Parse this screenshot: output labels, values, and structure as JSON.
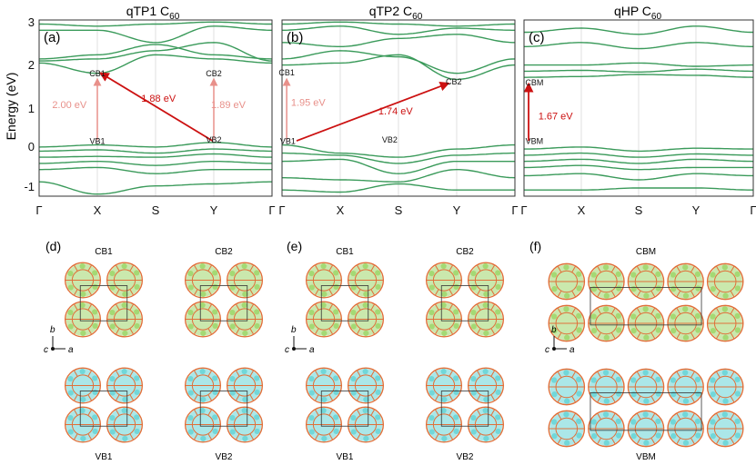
{
  "panels": [
    {
      "panel_label": "(a)",
      "title_main": "qTP1 C",
      "title_sub": "60",
      "kpoints": [
        "Γ",
        "X",
        "S",
        "Y",
        "Γ"
      ],
      "states": [
        {
          "text": "CB1",
          "k": 1,
          "e": 1.68
        },
        {
          "text": "CB2",
          "k": 3,
          "e": 1.68
        },
        {
          "text": "VB1",
          "k": 1,
          "e": 0.02
        },
        {
          "text": "VB2",
          "k": 3,
          "e": 0.06
        }
      ],
      "gaps": [
        {
          "text": "2.00 eV",
          "type": "direct",
          "color": "#e8908a",
          "k1": 1,
          "e1": 0.12,
          "k2": 1,
          "e2": 1.6,
          "lk": 0.52,
          "le": 0.9
        },
        {
          "text": "1.88 eV",
          "type": "indirect",
          "color": "#cc1111",
          "k1": 2.98,
          "e1": 0.1,
          "k2": 1.06,
          "e2": 1.75,
          "lk": 2.05,
          "le": 1.05
        },
        {
          "text": "1.89 eV",
          "type": "direct",
          "color": "#e8908a",
          "k1": 3,
          "e1": 0.14,
          "k2": 3,
          "e2": 1.6,
          "lk": 3.25,
          "le": 0.9
        }
      ]
    },
    {
      "panel_label": "(b)",
      "title_main": "qTP2 C",
      "title_sub": "60",
      "kpoints": [
        "Γ",
        "X",
        "S",
        "Y",
        "Γ"
      ],
      "states": [
        {
          "text": "CB1",
          "k": 0.08,
          "e": 1.7
        },
        {
          "text": "CB2",
          "k": 2.95,
          "e": 1.48
        },
        {
          "text": "VB1",
          "k": 0.1,
          "e": 0.02
        },
        {
          "text": "VB2",
          "k": 1.85,
          "e": 0.06
        }
      ],
      "gaps": [
        {
          "text": "1.95 eV",
          "type": "direct",
          "color": "#e8908a",
          "k1": 0.08,
          "e1": 0.12,
          "k2": 0.08,
          "e2": 1.6,
          "lk": 0.45,
          "le": 0.95
        },
        {
          "text": "1.74 eV",
          "type": "indirect",
          "color": "#cc1111",
          "k1": 0.25,
          "e1": 0.1,
          "k2": 2.85,
          "e2": 1.5,
          "lk": 1.95,
          "le": 0.75
        }
      ]
    },
    {
      "panel_label": "(c)",
      "title_main": "qHP C",
      "title_sub": "60",
      "kpoints": [
        "Γ",
        "X",
        "S",
        "Y",
        "Γ"
      ],
      "states": [
        {
          "text": "CBM",
          "k": 0.18,
          "e": 1.45
        },
        {
          "text": "VBM",
          "k": 0.18,
          "e": 0.02
        }
      ],
      "gaps": [
        {
          "text": "1.67 eV",
          "type": "direct",
          "color": "#cc1111",
          "k1": 0.08,
          "e1": 0.1,
          "k2": 0.08,
          "e2": 1.48,
          "lk": 0.55,
          "le": 0.62
        }
      ]
    }
  ],
  "axes": {
    "ylabel": "Energy (eV)",
    "yticks": [
      "3",
      "2",
      "1",
      "0",
      "-1"
    ]
  },
  "bottom": [
    {
      "label": "(d)",
      "top_labels": [
        "CB1",
        "CB2"
      ],
      "bottom_labels": [
        "VB1",
        "VB2"
      ],
      "wide": false,
      "axes": [
        "c",
        "b",
        "a"
      ]
    },
    {
      "label": "(e)",
      "top_labels": [
        "CB1",
        "CB2"
      ],
      "bottom_labels": [
        "VB1",
        "VB2"
      ],
      "wide": false,
      "axes": [
        "c",
        "b",
        "a"
      ]
    },
    {
      "label": "(f)",
      "top_labels": [
        "CBM"
      ],
      "bottom_labels": [
        "VBM"
      ],
      "wide": true,
      "axes": [
        "c",
        "b",
        "a"
      ]
    }
  ],
  "colors": {
    "band": "#3a9a5a",
    "cb_iso": "#9ed66a",
    "vb_iso": "#66d3d6",
    "cage": "#e0703a",
    "frame": "#333333"
  }
}
